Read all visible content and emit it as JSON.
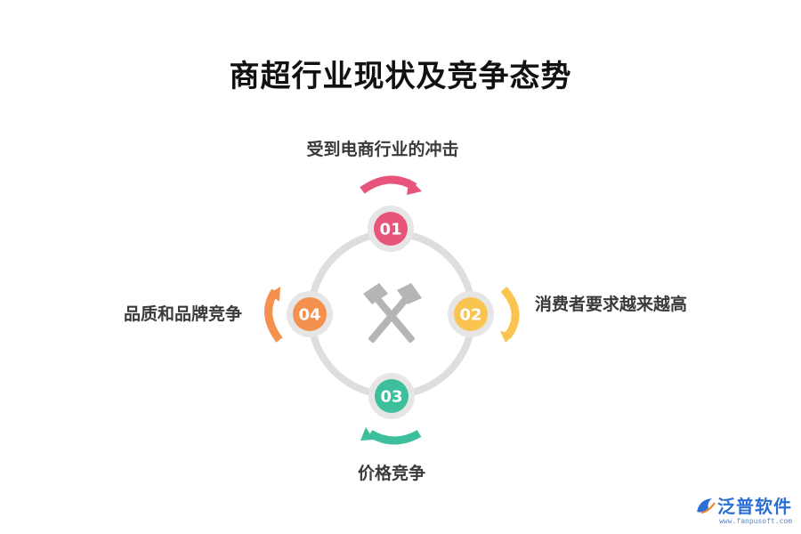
{
  "title": "商超行业现状及竞争态势",
  "items": [
    {
      "number": "01",
      "label": "受到电商行业的冲击",
      "color": "#e8557a"
    },
    {
      "number": "02",
      "label": "消费者要求越来越高",
      "color": "#f9c44f"
    },
    {
      "number": "03",
      "label": "价格竞争",
      "color": "#3cbf9a"
    },
    {
      "number": "04",
      "label": "品质和品牌竞争",
      "color": "#f4914e"
    }
  ],
  "center_icon": "crossed-hammers-icon",
  "watermark": {
    "text": "泛普软件",
    "url": "www.fanpusoft.com",
    "color": "#2a6fd6"
  }
}
